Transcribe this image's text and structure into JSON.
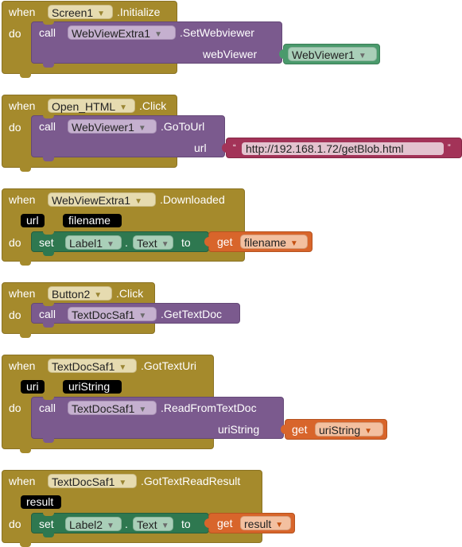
{
  "labels": {
    "when": "when",
    "do": "do",
    "call": "call",
    "set": "set",
    "to": "to",
    "get": "get",
    "dot": ".",
    "quote_open": "“",
    "quote_close": "”"
  },
  "events": [
    {
      "component": "Screen1",
      "event": ".Initialize",
      "call": {
        "component": "WebViewExtra1",
        "method": ".SetWebviewer",
        "arg_name": "webViewer",
        "arg_value": "WebViewer1"
      }
    },
    {
      "component": "Open_HTML",
      "event": ".Click",
      "call": {
        "component": "WebViewer1",
        "method": ".GoToUrl",
        "arg_name": "url",
        "arg_value": "http://192.168.1.72/getBlob.html"
      }
    },
    {
      "component": "WebViewExtra1",
      "event": ".Downloaded",
      "params": [
        "url",
        "filename"
      ],
      "set": {
        "component": "Label1",
        "property": "Text",
        "get": "filename"
      }
    },
    {
      "component": "Button2",
      "event": ".Click",
      "call": {
        "component": "TextDocSaf1",
        "method": ".GetTextDoc"
      }
    },
    {
      "component": "TextDocSaf1",
      "event": ".GotTextUri",
      "params": [
        "uri",
        "uriString"
      ],
      "call": {
        "component": "TextDocSaf1",
        "method": ".ReadFromTextDoc",
        "arg_name": "uriString",
        "arg_value": "uriString"
      }
    },
    {
      "component": "TextDocSaf1",
      "event": ".GotTextReadResult",
      "params": [
        "result"
      ],
      "set": {
        "component": "Label2",
        "property": "Text",
        "get": "result"
      }
    }
  ],
  "colors": {
    "event": "#a58a2c",
    "procedure": "#7b5a8e",
    "setter": "#2e7850",
    "component_value": "#4a9a6c",
    "getter": "#d8652b",
    "text": "#a33358"
  }
}
